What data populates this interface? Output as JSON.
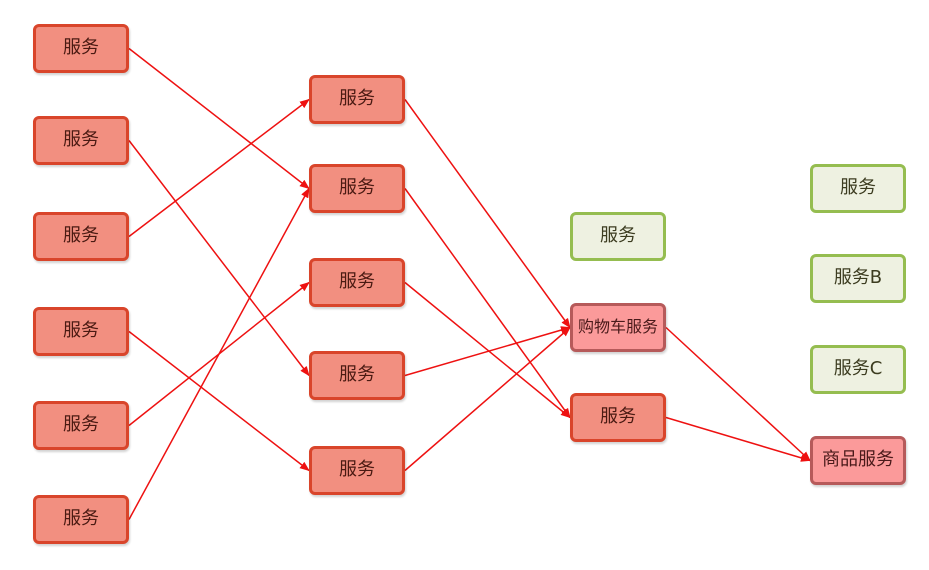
{
  "nodes": {
    "c1_1": "服务",
    "c1_2": "服务",
    "c1_3": "服务",
    "c1_4": "服务",
    "c1_5": "服务",
    "c1_6": "服务",
    "c2_1": "服务",
    "c2_2": "服务",
    "c2_3": "服务",
    "c2_4": "服务",
    "c2_5": "服务",
    "c3_1": "服务",
    "c3_2": "购物车服务",
    "c3_3": "服务",
    "c4_1": "服务",
    "c4_2": "服务B",
    "c4_3": "服务C",
    "c4_4": "商品服务"
  },
  "edges": [
    {
      "from": "c1_1",
      "to": "c2_2"
    },
    {
      "from": "c1_2",
      "to": "c2_4"
    },
    {
      "from": "c1_3",
      "to": "c2_1"
    },
    {
      "from": "c1_4",
      "to": "c2_5"
    },
    {
      "from": "c1_5",
      "to": "c2_3"
    },
    {
      "from": "c1_6",
      "to": "c2_2"
    },
    {
      "from": "c2_1",
      "to": "c3_2"
    },
    {
      "from": "c2_2",
      "to": "c3_3"
    },
    {
      "from": "c2_3",
      "to": "c3_3"
    },
    {
      "from": "c2_4",
      "to": "c3_2"
    },
    {
      "from": "c2_5",
      "to": "c3_2"
    },
    {
      "from": "c3_2",
      "to": "c4_4"
    },
    {
      "from": "c3_3",
      "to": "c4_4"
    }
  ],
  "colors": {
    "edge": "#ee1111",
    "node_red_fill": "#f28f80",
    "node_red_border": "#d9452b",
    "node_pink_fill": "#fb9a9a",
    "node_green_fill": "#eef1e1",
    "node_green_border": "#95bd50"
  }
}
